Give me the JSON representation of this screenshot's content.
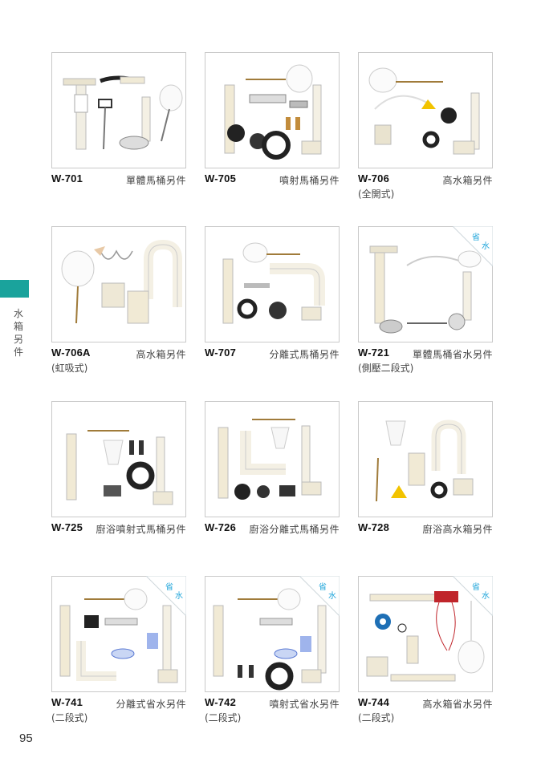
{
  "page": {
    "number": "95"
  },
  "side_tab": {
    "label": "水箱另件",
    "color": "#1aa39c"
  },
  "badge_text": {
    "left": "省",
    "right": "水",
    "color": "#1aa3d9"
  },
  "products": [
    {
      "code": "W-701",
      "desc": "單體馬桶另件",
      "sub": "",
      "badge": false
    },
    {
      "code": "W-705",
      "desc": "噴射馬桶另件",
      "sub": "",
      "badge": false
    },
    {
      "code": "W-706",
      "desc": "高水箱另件",
      "sub": "(全開式)",
      "badge": false
    },
    {
      "code": "W-706A",
      "desc": "高水箱另件",
      "sub": "(虹吸式)",
      "badge": false
    },
    {
      "code": "W-707",
      "desc": "分離式馬桶另件",
      "sub": "",
      "badge": false
    },
    {
      "code": "W-721",
      "desc": "單體馬桶省水另件",
      "sub": "(側壓二段式)",
      "badge": true
    },
    {
      "code": "W-725",
      "desc": "廚浴噴射式馬桶另件",
      "sub": "",
      "badge": false
    },
    {
      "code": "W-726",
      "desc": "廚浴分離式馬桶另件",
      "sub": "",
      "badge": false
    },
    {
      "code": "W-728",
      "desc": "廚浴高水箱另件",
      "sub": "",
      "badge": false
    },
    {
      "code": "W-741",
      "desc": "分離式省水另件",
      "sub": "(二段式)",
      "badge": true
    },
    {
      "code": "W-742",
      "desc": "噴射式省水另件",
      "sub": "(二段式)",
      "badge": true
    },
    {
      "code": "W-744",
      "desc": "高水箱省水另件",
      "sub": "(二段式)",
      "badge": true
    }
  ]
}
